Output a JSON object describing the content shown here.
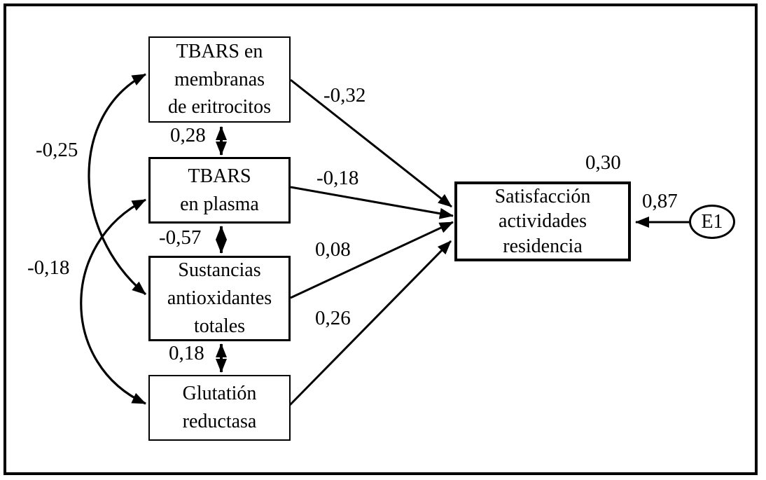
{
  "figure": {
    "type": "path-diagram",
    "background_color": "#ffffff",
    "line_color": "#000000"
  },
  "boxes": {
    "b1": {
      "line1": "TBARS en",
      "line2": "membranas",
      "line3": "de eritrocitos"
    },
    "b2": {
      "line1": "TBARS",
      "line2": "en plasma"
    },
    "b3": {
      "line1": "Sustancias",
      "line2": "antioxidantes",
      "line3": "totales"
    },
    "b4": {
      "line1": "Glutatión",
      "line2": "reductasa"
    },
    "outcome": {
      "line1": "Satisfacción",
      "line2": "actividades",
      "line3": "residencia"
    },
    "error": {
      "label": "E1"
    }
  },
  "coefficients": {
    "path_b1_outcome": "-0,32",
    "path_b2_outcome": "-0,18",
    "path_b3_outcome": "0,08",
    "path_b4_outcome": "0,26",
    "cov_b1_b2": "0,28",
    "cov_b2_b3": "-0,57",
    "cov_b3_b4": "0,18",
    "cov_b1_b3": "-0,25",
    "cov_b2_b4": "-0,18",
    "outcome_r2": "0,30",
    "error_outcome": "0,87"
  }
}
